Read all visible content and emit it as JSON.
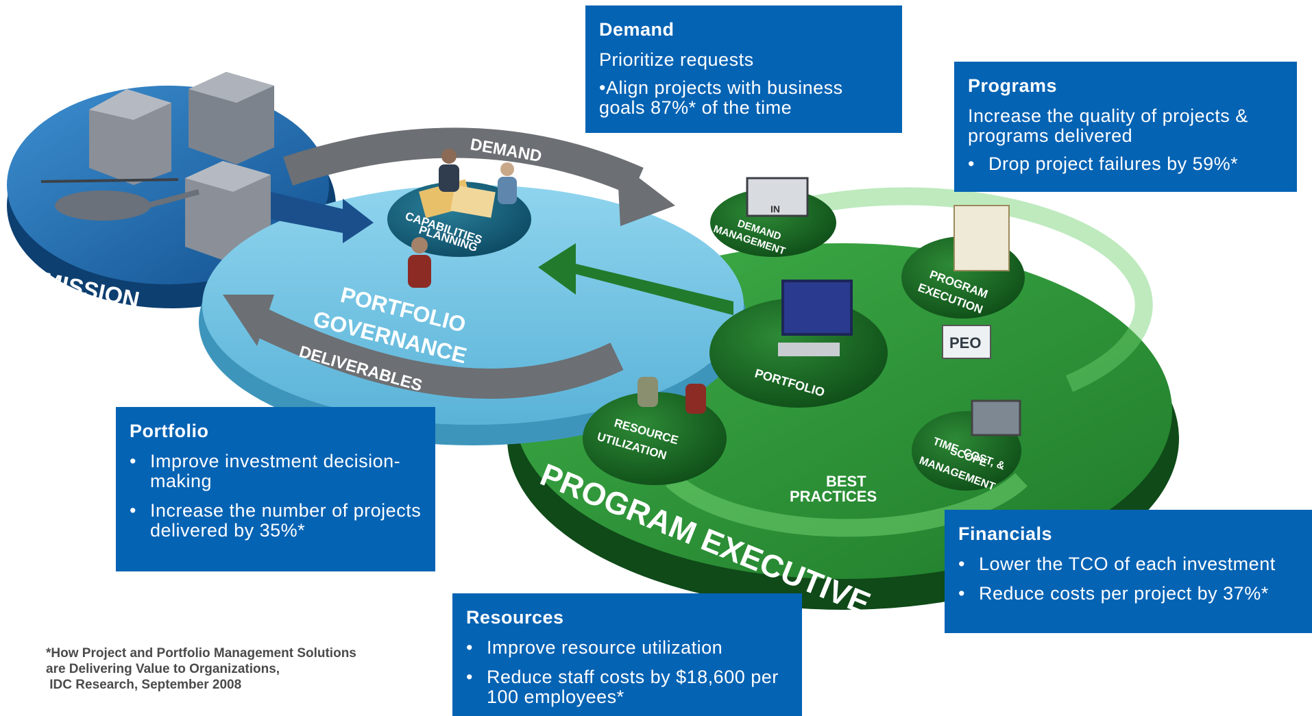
{
  "diagram": {
    "labels": {
      "mission": "MISSION",
      "demand": "DEMAND",
      "capabilities_planning_1": "CAPABILITIES",
      "capabilities_planning_2": "PLANNING",
      "portfolio_governance_1": "PORTFOLIO",
      "portfolio_governance_2": "GOVERNANCE",
      "deliverables": "DELIVERABLES",
      "demand_management_1": "DEMAND",
      "demand_management_2": "MANAGEMENT",
      "inbox": "IN",
      "program_execution_1": "PROGRAM",
      "program_execution_2": "EXECUTION",
      "portfolio": "PORTFOLIO",
      "peo": "PEO",
      "resource_utilization_1": "RESOURCE",
      "resource_utilization_2": "UTILIZATION",
      "time_cost_1": "TIME, COST, &",
      "time_cost_2": "SCOPE",
      "time_cost_3": "MANAGEMENT",
      "best_practices_1": "BEST",
      "best_practices_2": "PRACTICES",
      "program_executive": "PROGRAM EXECUTIVE"
    },
    "colors": {
      "callout": "#0563b4",
      "mission_disc": "#1f6fb2",
      "governance_disc": "#6ec3e4",
      "executive_disc": "#2f9a3a"
    }
  },
  "callouts": {
    "demand": {
      "title": "Demand",
      "text": "Prioritize requests",
      "bullets": [
        "Align projects with business goals 87%* of the time"
      ]
    },
    "programs": {
      "title": "Programs",
      "text": "Increase the quality of projects & programs delivered",
      "bullets": [
        "Drop project failures by  59%*"
      ]
    },
    "portfolio": {
      "title": "Portfolio",
      "bullets": [
        "Improve investment decision-making",
        "Increase the number of projects delivered by  35%*"
      ]
    },
    "financials": {
      "title": "Financials",
      "bullets": [
        "Lower the TCO of each investment",
        "Reduce costs per project by 37%*"
      ]
    },
    "resources": {
      "title": "Resources",
      "bullets": [
        "Improve resource utilization",
        "Reduce staff costs by $18,600 per 100 employees*"
      ]
    }
  },
  "footnote": {
    "line1": "*How Project and Portfolio Management Solutions",
    "line2": "are Delivering Value to Organizations,",
    "line3": " IDC Research, September 2008"
  }
}
